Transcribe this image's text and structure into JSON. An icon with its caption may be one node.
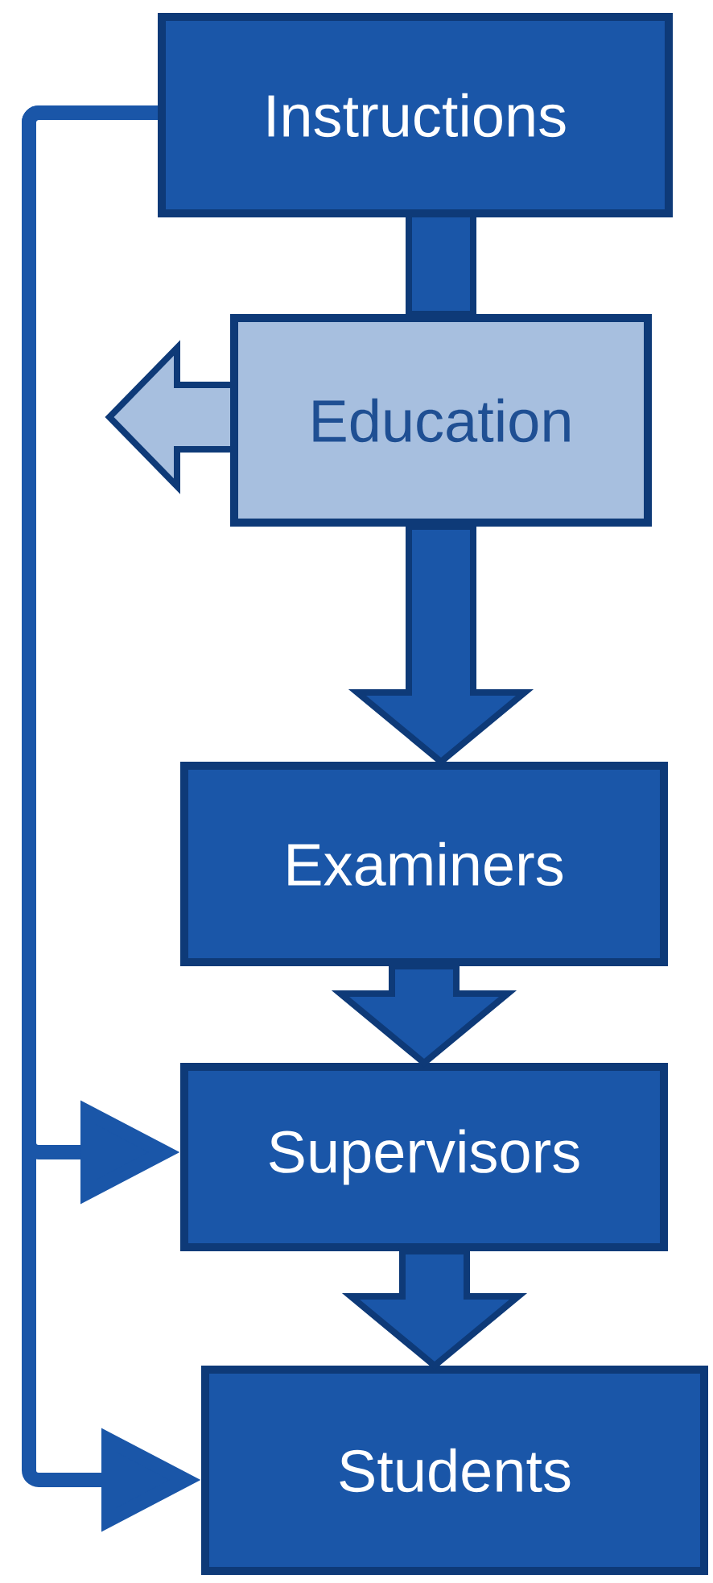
{
  "diagram": {
    "nodes": [
      {
        "text": [
          "Instructions"
        ]
      },
      {
        "text": [
          "Education"
        ]
      },
      {
        "text": [
          "Examiners"
        ]
      },
      {
        "text": [
          "Supervisors"
        ]
      },
      {
        "text": [
          "Students"
        ]
      }
    ],
    "edges": [
      {
        "from": 0,
        "to": 1,
        "arrow": "none",
        "style": "thick"
      },
      {
        "from": 1,
        "to": 2,
        "arrow": "to",
        "style": "thick"
      },
      {
        "from": 1,
        "to": null,
        "arrow": "to",
        "style": "thick",
        "color": "#a7bfdf"
      },
      {
        "from": 2,
        "to": 3,
        "arrow": "to",
        "style": "thick"
      },
      {
        "from": 3,
        "to": 4,
        "arrow": "to",
        "style": "thick"
      },
      {
        "from": 0,
        "to": 3,
        "arrow": "to"
      },
      {
        "from": 0,
        "to": 4,
        "arrow": "to"
      }
    ]
  }
}
